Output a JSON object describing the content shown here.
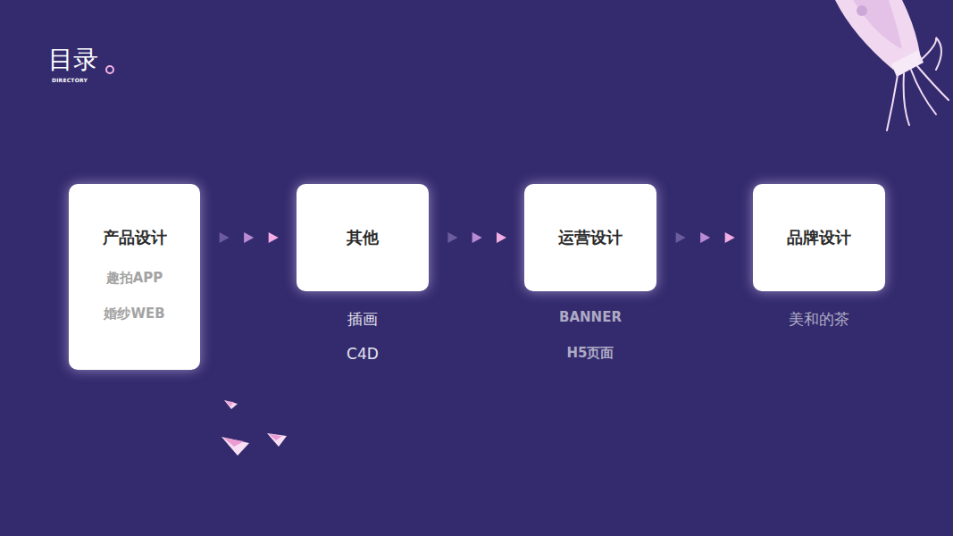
{
  "diagram": {
    "title": "目录",
    "nodes": [
      {
        "text": [
          "产品设计",
          "趣拍APP",
          "婚纱WEB"
        ]
      },
      {
        "text": [
          "其他",
          "插画",
          "C4D"
        ]
      },
      {
        "text": [
          "运营设计",
          "BANNER",
          "H5页面"
        ]
      },
      {
        "text": [
          "品牌设计",
          "美和的茶"
        ]
      }
    ],
    "edges": [
      {
        "from": 0,
        "to": 1,
        "arrow": "to"
      },
      {
        "from": 1,
        "to": 2,
        "arrow": "to"
      },
      {
        "from": 2,
        "to": 3,
        "arrow": "to"
      }
    ],
    "labels": [
      "DIRECTORY"
    ]
  }
}
